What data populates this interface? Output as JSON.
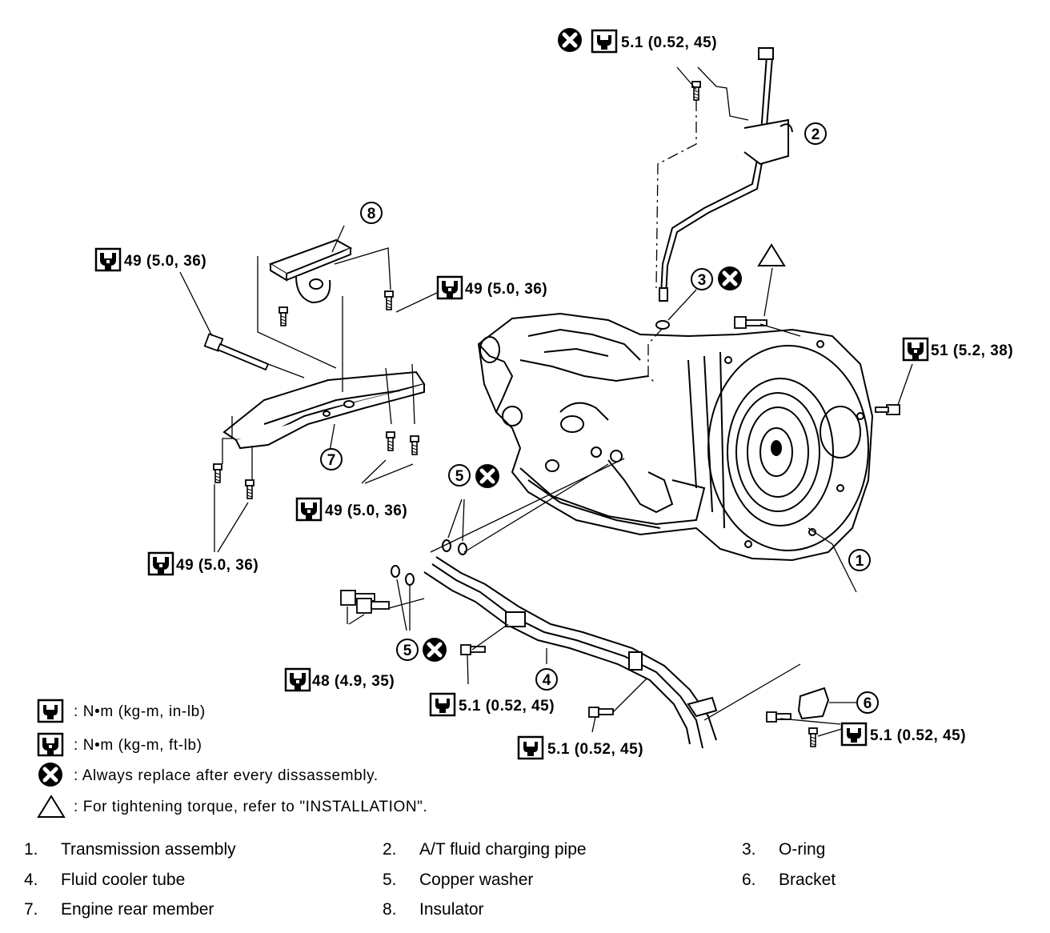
{
  "torque_labels": {
    "t_dipstick_bolt": "5.1 (0.52, 45)",
    "t_mount_left_bolt": "49 (5.0, 36)",
    "t_mount_right_bolt": "49 (5.0, 36)",
    "t_member_center": "49 (5.0, 36)",
    "t_member_left": "49 (5.0, 36)",
    "t_bellhousing": "51 (5.2, 38)",
    "t_union_bolts": "48 (4.9, 35)",
    "t_clip_bolt_a": "5.1 (0.52, 45)",
    "t_clip_bolt_b": "5.1 (0.52, 45)",
    "t_bracket_bolt": "5.1 (0.52, 45)"
  },
  "callouts": [
    "1",
    "2",
    "3",
    "4",
    "5",
    "5",
    "6",
    "7",
    "8"
  ],
  "legend": [
    {
      "icon": "torque-wrench-small-icon",
      "text": ": N•m (kg-m, in-lb)"
    },
    {
      "icon": "torque-wrench-large-icon",
      "text": ": N•m (kg-m, ft-lb)"
    },
    {
      "icon": "replace-x-icon",
      "text": ": Always replace after every dissassembly."
    },
    {
      "icon": "triangle-icon",
      "text": ": For tightening torque, refer to \"INSTALLATION\"."
    }
  ],
  "parts_list": [
    {
      "num": "1.",
      "name": "Transmission assembly"
    },
    {
      "num": "2.",
      "name": "A/T fluid charging pipe"
    },
    {
      "num": "3.",
      "name": "O-ring"
    },
    {
      "num": "4.",
      "name": "Fluid cooler tube"
    },
    {
      "num": "5.",
      "name": "Copper washer"
    },
    {
      "num": "6.",
      "name": "Bracket"
    },
    {
      "num": "7.",
      "name": "Engine rear member"
    },
    {
      "num": "8.",
      "name": "Insulator"
    }
  ]
}
